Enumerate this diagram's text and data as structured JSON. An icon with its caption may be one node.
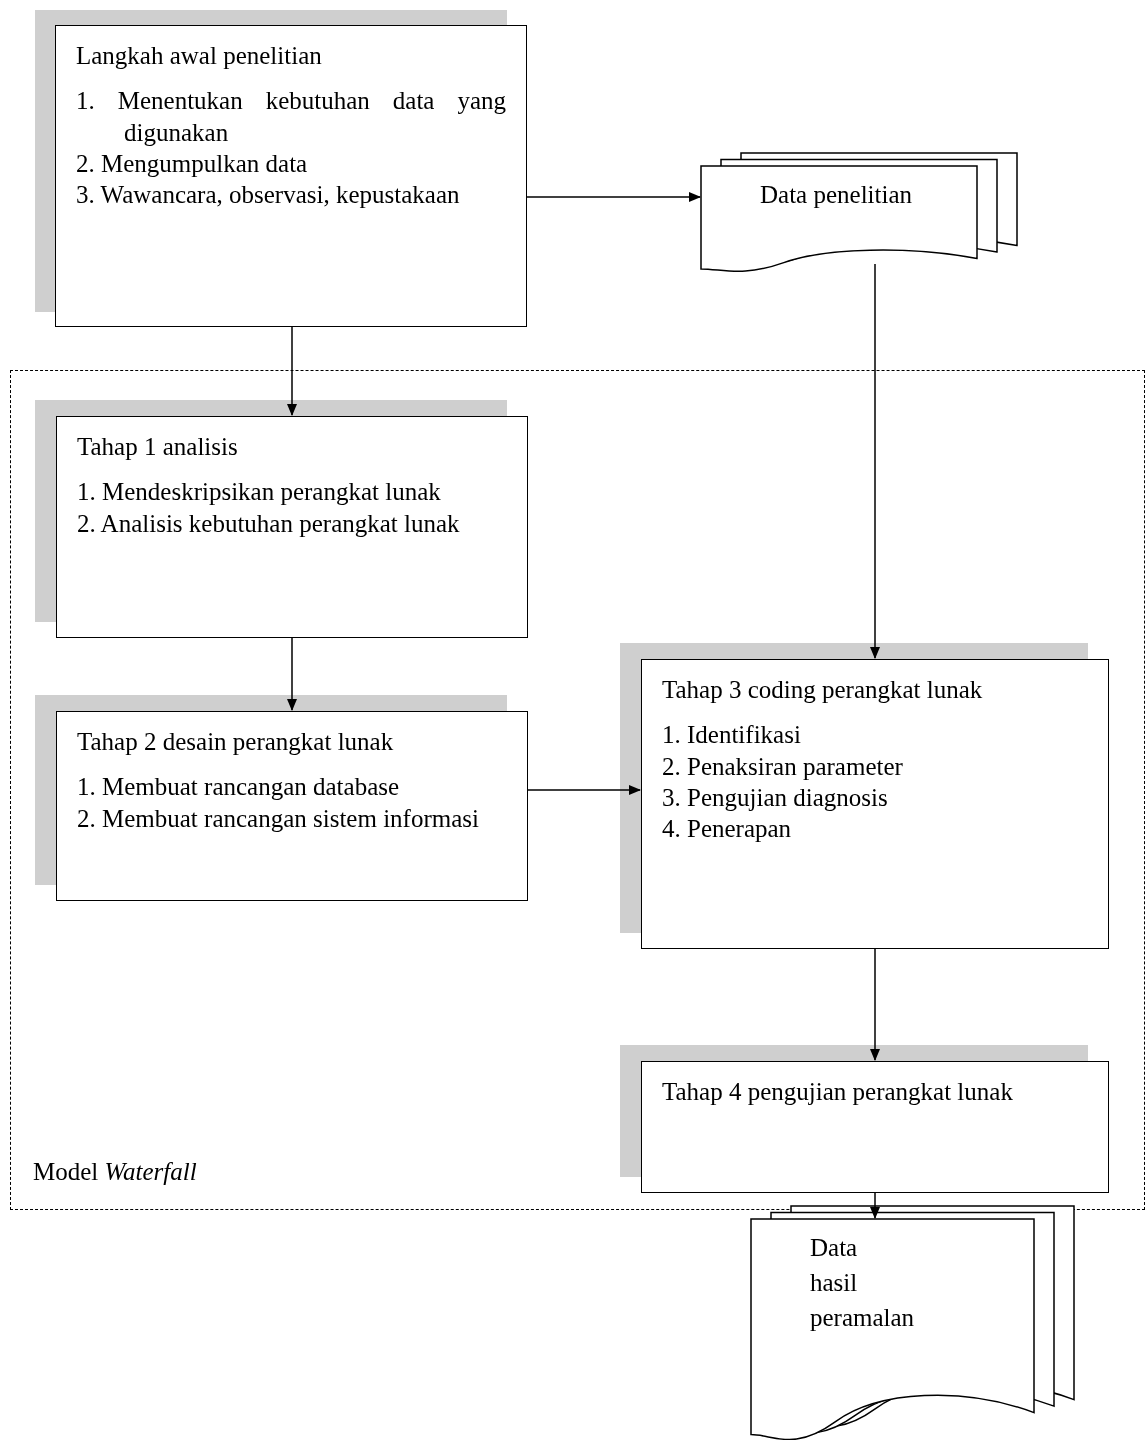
{
  "diagram": {
    "nodes": [
      {
        "text": [
          "Langkah awal penelitian",
          "1. Menentukan kebutuhan data yang digunakan",
          "2. Mengumpulkan data",
          "3. Wawancara, observasi, kepustakaan"
        ]
      },
      {
        "text": [
          "Data penelitian"
        ]
      },
      {
        "text": [
          "Model *Waterfall*"
        ]
      },
      {
        "text": [
          "Tahap 1 analisis",
          "1. Mendeskripsikan perangkat lunak",
          "2. Analisis kebutuhan perangkat lunak"
        ],
        "in": 2
      },
      {
        "text": [
          "Tahap 2 desain perangkat lunak",
          "1. Membuat rancangan database",
          "2. Membuat rancangan sistem informasi"
        ],
        "in": 2
      },
      {
        "text": [
          "Tahap 3 coding perangkat lunak",
          "1. Identifikasi",
          "2. Penaksiran parameter",
          "3. Pengujian diagnosis",
          "4. Penerapan"
        ],
        "in": 2
      },
      {
        "text": [
          "Tahap 4 pengujian perangkat lunak"
        ],
        "in": 2
      },
      {
        "text": [
          "Data hasil peramalan"
        ]
      }
    ],
    "edges": [
      {
        "from": 0,
        "to": 1,
        "arrow": "to"
      },
      {
        "from": 0,
        "to": 3,
        "arrow": "to"
      },
      {
        "from": 1,
        "to": 5,
        "arrow": "to"
      },
      {
        "from": 3,
        "to": 4,
        "arrow": "to"
      },
      {
        "from": 4,
        "to": 5,
        "arrow": "to"
      },
      {
        "from": 5,
        "to": 6,
        "arrow": "to"
      },
      {
        "from": 6,
        "to": 7,
        "arrow": "to"
      }
    ]
  }
}
